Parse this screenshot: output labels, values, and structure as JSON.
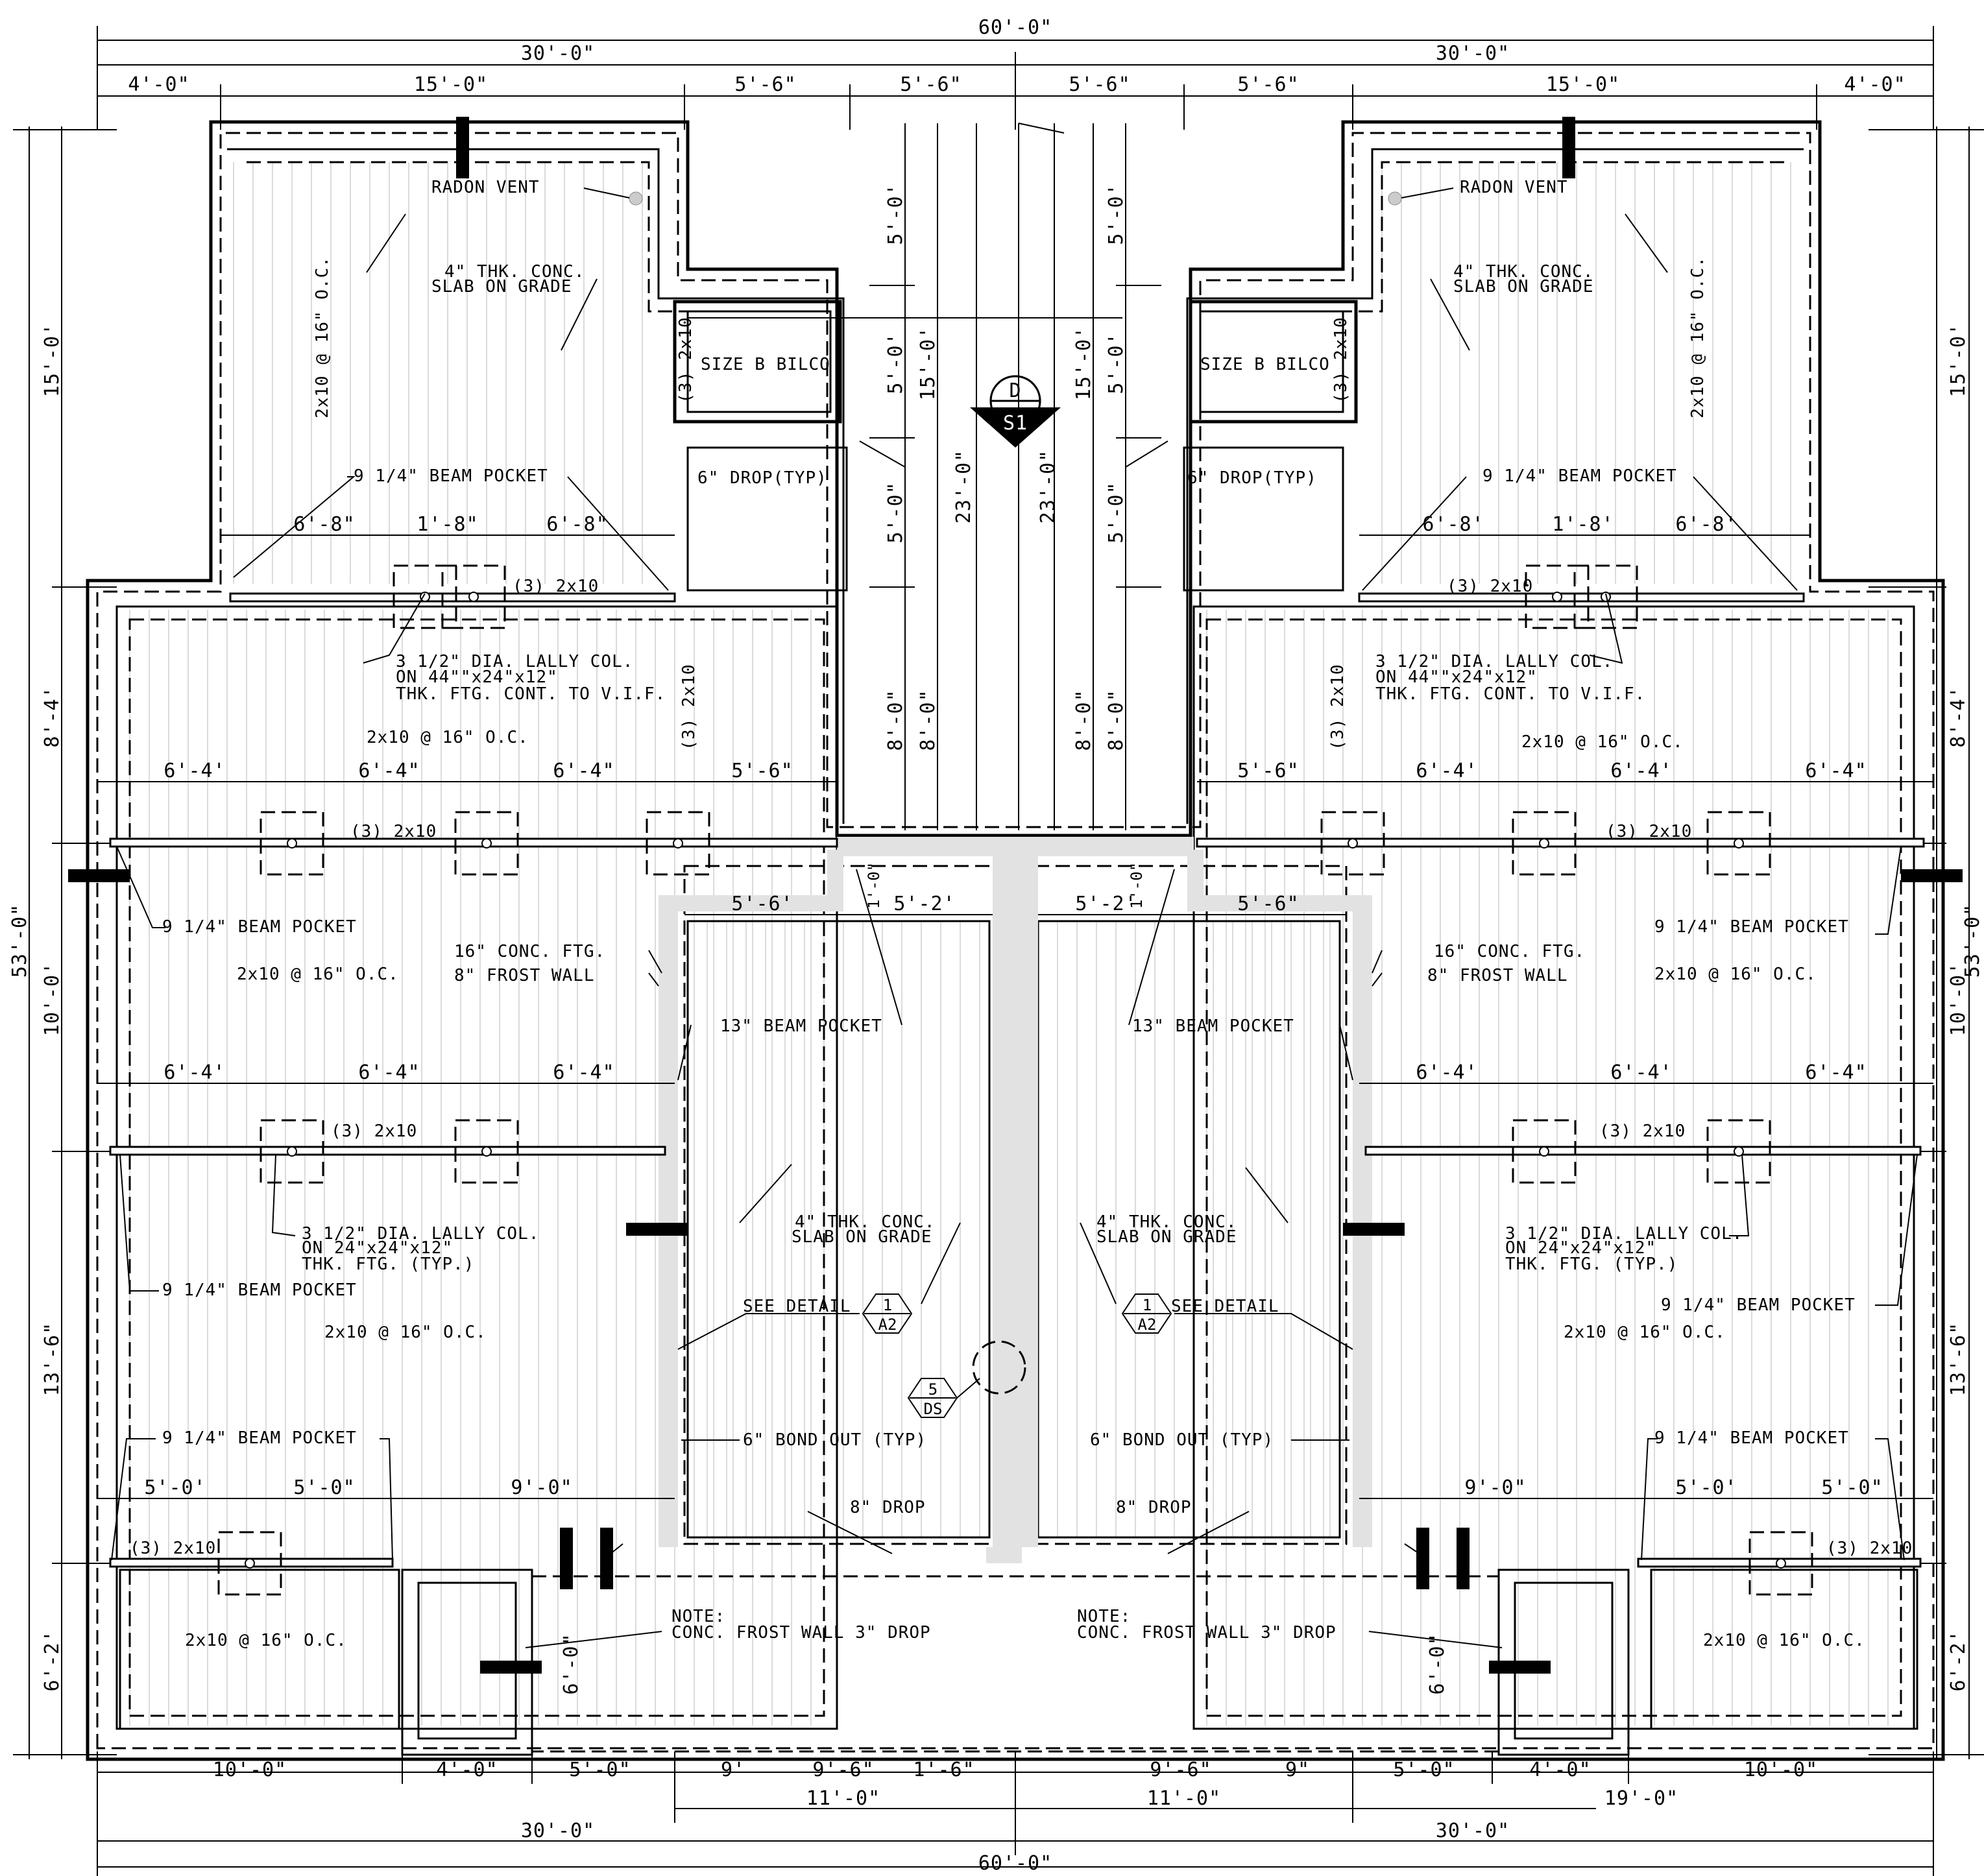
{
  "drawing": {
    "dims_top": {
      "overall": "60'-0\"",
      "half_left": "30'-0\"",
      "half_right": "30'-0\"",
      "segments": [
        "4'-0\"",
        "15'-0\"",
        "5'-6\"",
        "5'-6\"",
        "5'-6\"",
        "5'-6\"",
        "15'-0\"",
        "4'-0\""
      ]
    },
    "dims_bottom": {
      "overall": "60'-0\"",
      "half_left": "30'-0\"",
      "half_right": "30'-0\"",
      "mid_left": "11'-0\"",
      "mid_right": "11'-0\"",
      "far_right": "19'-0\"",
      "segments": [
        "10'-0\"",
        "4'-0\"",
        "5'-0\"",
        "9'",
        "9'-6\"",
        "1'-6\"",
        "9'-6\"",
        "9\"",
        "5'-0\"",
        "4'-0\"",
        "10'-0\""
      ]
    },
    "dims_left": {
      "overall": "53'-0\"",
      "segments": [
        "15'-0'",
        "8'-4'",
        "10'-0'",
        "13'-6\"",
        "6'-2'"
      ]
    },
    "dims_right": {
      "overall": "53'-0\"",
      "segments": [
        "15'-0'",
        "8'-4'",
        "10'-0'",
        "13'-6\"",
        "6'-2'"
      ]
    },
    "center_dims": [
      "5'-0'",
      "5'-0'",
      "5'-0\"",
      "15'-0'",
      "23'-0\"",
      "8'-0\"",
      "8'-0\"",
      "5'-0'",
      "5'-0'",
      "5'-0\"",
      "15'-0'",
      "23'-0\"",
      "8'-0\"",
      "8'-0\""
    ],
    "interior_dims": {
      "top_left": [
        "6'-8\"",
        "1'-8\"",
        "6'-8\""
      ],
      "top_right": [
        "6'-8'",
        "1'-8'",
        "6'-8'"
      ],
      "row1_left": [
        "6'-4'",
        "6'-4\"",
        "6'-4\"",
        "5'-6\""
      ],
      "row1_right": [
        "5'-6\"",
        "6'-4'",
        "6'-4'",
        "6'-4\""
      ],
      "row2_left": [
        "6'-4'",
        "6'-4\"",
        "6'-4\""
      ],
      "row2_right": [
        "6'-4'",
        "6'-4'",
        "6'-4\""
      ],
      "row3_left": [
        "5'-0'",
        "5'-0\"",
        "9'-0\""
      ],
      "row3_right": [
        "9'-0\"",
        "5'-0'",
        "5'-0\""
      ],
      "garage_left": [
        "5'-6'",
        "5'-2'"
      ],
      "garage_right": [
        "5'-2'",
        "5'-6\""
      ],
      "small": [
        "1'-0\"",
        "1'-0\""
      ],
      "bottom_vert": [
        "6'-0\"",
        "6'-0\""
      ]
    },
    "notes": {
      "radon_vent": "RADON VENT",
      "slab_l1": "4\" THK. CONC.",
      "slab_l2": "SLAB ON GRADE",
      "joist_16": "2x10 @ 16\" O.C.",
      "bilco": "SIZE B BILCO",
      "three_2x10": "(3) 2x10",
      "drop_typ": "6\" DROP(TYP)",
      "beam_pocket": "9 1/4\" BEAM POCKET",
      "lally_l1": "3 1/2\" DIA. LALLY COL.",
      "lally_l2": "ON 44\"\"x24\"x12\"",
      "lally_l3": "THK. FTG. CONT. TO V.I.F.",
      "lally_typ_l1": "3 1/2\" DIA. LALLY COL.",
      "lally_typ_l2": "ON 24\"x24\"x12\"",
      "lally_typ_l3": "THK. FTG. (TYP.)",
      "conc_ftg": "16\" CONC. FTG.",
      "frost_wall": "8\" FROST WALL",
      "beam_pocket_13": "13\" BEAM POCKET",
      "see_detail": "SEE DETAIL",
      "bond_out": "6\" BOND OUT (TYP)",
      "drop_8": "8\" DROP",
      "note_hdr": "NOTE:",
      "note_body": "CONC. FROST WALL 3\" DROP"
    },
    "tags": {
      "section_top": "D",
      "section_bot": "S1",
      "detail_top": "1",
      "detail_bot": "A2",
      "ds_top": "5",
      "ds_bot": "DS"
    }
  }
}
